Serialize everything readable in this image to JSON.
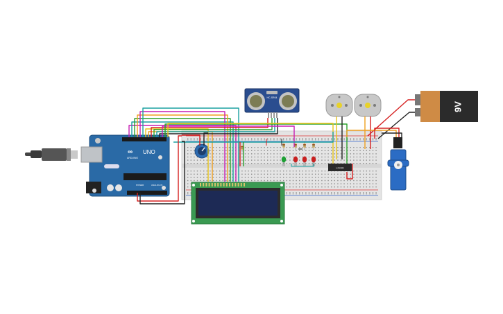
{
  "arduino": {
    "brand": "UNO",
    "maker": "ARDUINO",
    "power_label": "POWER",
    "analog_label": "ANALOG IN"
  },
  "sensor": {
    "label": "HC-SR04"
  },
  "battery": {
    "label": "9V"
  },
  "ic": {
    "label": "L293D"
  },
  "colors": {
    "board": "#2a6aa6",
    "breadboard": "#e6e6e6",
    "lcd_pcb": "#3a9a52",
    "lcd_screen": "#1d2a55",
    "battery_body": "#2b2b2b",
    "battery_band": "#cf8b45",
    "sensor_pcb": "#2a4d8f",
    "wire_red": "#d62020",
    "wire_orange": "#f0a020",
    "wire_yellow": "#e8c41a",
    "wire_green": "#2aa02a",
    "wire_magenta": "#c81fb4",
    "wire_teal": "#1aa0a0",
    "wire_black": "#222222"
  },
  "icons": [
    "usb-cable-icon",
    "potentiometer-icon",
    "servo-icon",
    "dc-motor-icon",
    "led-icon",
    "resistor-icon"
  ]
}
